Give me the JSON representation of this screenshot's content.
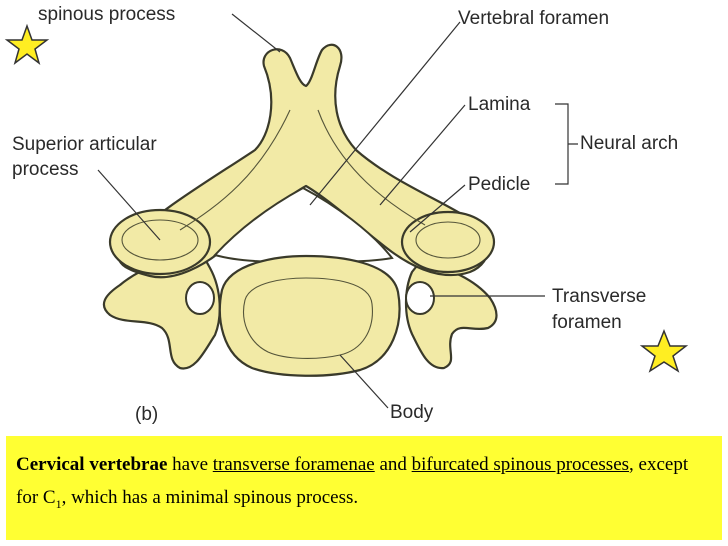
{
  "labels": {
    "spinous_process": "spinous process",
    "vertebral_foramen": "Vertebral foramen",
    "lamina": "Lamina",
    "neural_arch": "Neural arch",
    "pedicle": "Pedicle",
    "superior_articular_line1": "Superior articular",
    "superior_articular_line2": "process",
    "transverse_foramen_line1": "Transverse",
    "transverse_foramen_line2": "foramen",
    "body": "Body",
    "panel": "(b)"
  },
  "caption": {
    "term": "Cervical vertebrae",
    "text1": " have ",
    "link1": "transverse foramenae",
    "text2": " and ",
    "link2": "bifurcated spinous processes",
    "text3": ", except for C",
    "sub": "1",
    "text4": ", which has a minimal spinous process."
  },
  "colors": {
    "bone": "#f2eaa6",
    "caption_bg": "#ffff33",
    "star": "#ffee22"
  },
  "icons": [
    "star-icon",
    "star-icon"
  ]
}
